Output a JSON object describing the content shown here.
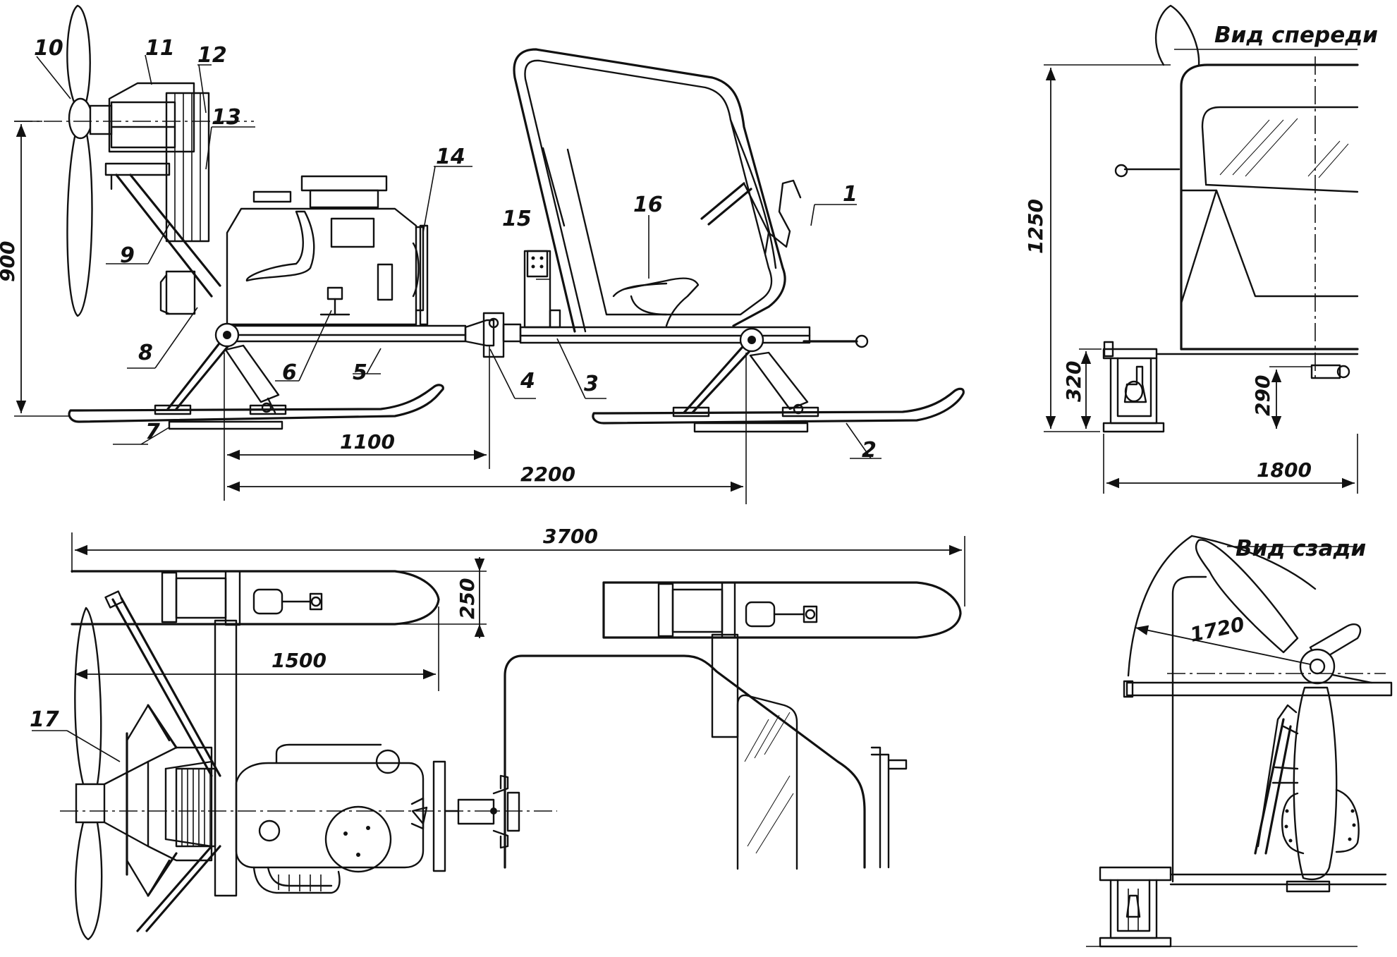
{
  "parts": {
    "p1": "1",
    "p2": "2",
    "p3": "3",
    "p4": "4",
    "p5": "5",
    "p6": "6",
    "p7": "7",
    "p8": "8",
    "p9": "9",
    "p10": "10",
    "p11": "11",
    "p12": "12",
    "p13": "13",
    "p14": "14",
    "p15": "15",
    "p16": "16",
    "p17": "17"
  },
  "dimensions": {
    "height_side": "900",
    "wheelbase_half": "1100",
    "wheelbase": "2200",
    "height_front": "1250",
    "clearance_left": "320",
    "clearance_right": "290",
    "track": "1800",
    "length": "3700",
    "ski_width": "250",
    "ski_length": "1500",
    "prop_radius": "1720"
  },
  "views": {
    "front": "Вид спереди",
    "rear": "Вид сзади"
  }
}
